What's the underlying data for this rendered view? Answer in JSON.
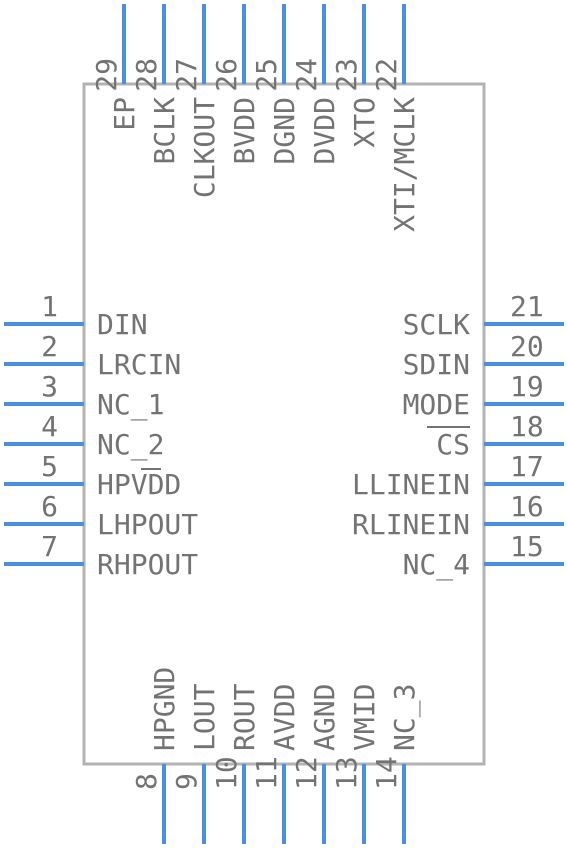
{
  "component": {
    "body_color": "#b3b3b3",
    "pin_color": "#4a90e2",
    "text_color": "#737373"
  },
  "pins": {
    "left": [
      {
        "num": "1",
        "name": "DIN"
      },
      {
        "num": "2",
        "name": "LRCIN"
      },
      {
        "num": "3",
        "name": "NC_1"
      },
      {
        "num": "4",
        "name": "NC_2"
      },
      {
        "num": "5",
        "name": "HPVDD"
      },
      {
        "num": "6",
        "name": "LHPOUT"
      },
      {
        "num": "7",
        "name": "RHPOUT"
      }
    ],
    "bottom": [
      {
        "num": "8",
        "name": "HPGND"
      },
      {
        "num": "9",
        "name": "LOUT"
      },
      {
        "num": "10",
        "name": "ROUT"
      },
      {
        "num": "11",
        "name": "AVDD"
      },
      {
        "num": "12",
        "name": "AGND"
      },
      {
        "num": "13",
        "name": "VMID"
      },
      {
        "num": "14",
        "name": "NC_3"
      }
    ],
    "right": [
      {
        "num": "15",
        "name": "NC_4"
      },
      {
        "num": "16",
        "name": "RLINEIN"
      },
      {
        "num": "17",
        "name": "LLINEIN"
      },
      {
        "num": "18",
        "name": "CS"
      },
      {
        "num": "19",
        "name": "MODE"
      },
      {
        "num": "20",
        "name": "SDIN"
      },
      {
        "num": "21",
        "name": "SCLK"
      }
    ],
    "top": [
      {
        "num": "22",
        "name": "XTI/MCLK"
      },
      {
        "num": "23",
        "name": "XTO"
      },
      {
        "num": "24",
        "name": "DVDD"
      },
      {
        "num": "25",
        "name": "DGND"
      },
      {
        "num": "26",
        "name": "BVDD"
      },
      {
        "num": "27",
        "name": "CLKOUT"
      },
      {
        "num": "28",
        "name": "BCLK"
      },
      {
        "num": "29",
        "name": "EP"
      }
    ]
  }
}
